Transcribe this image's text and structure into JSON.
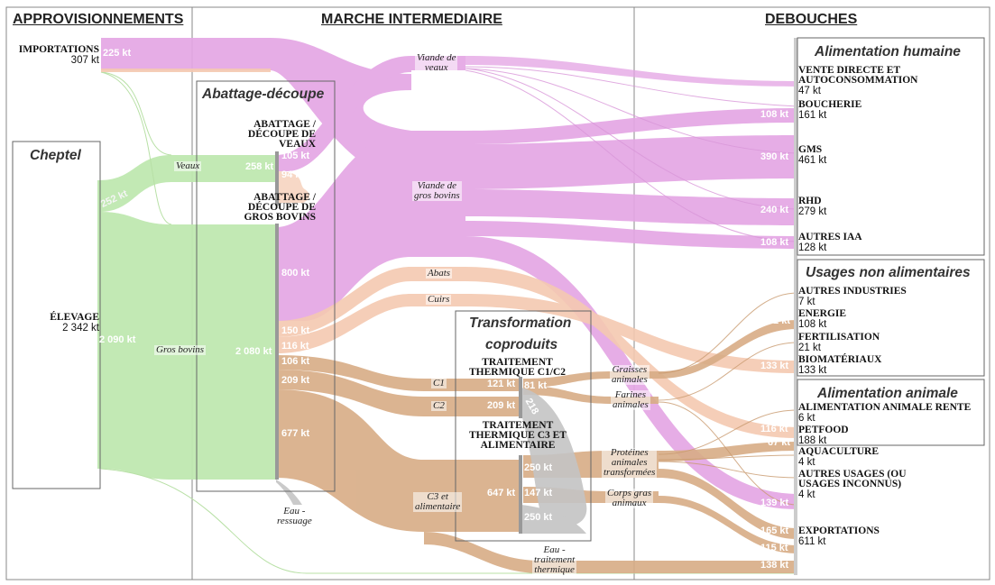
{
  "sections": {
    "approvisionnements": "APPROVISIONNEMENTS",
    "marche": "MARCHE INTERMEDIAIRE",
    "debouches": "DEBOUCHES"
  },
  "groups": {
    "cheptel": "Cheptel",
    "abattage": "Abattage-découpe",
    "transformation_l1": "Transformation",
    "transformation_l2": "coproduits",
    "alim_humaine": "Alimentation humaine",
    "usages_non_alim": "Usages non alimentaires",
    "alim_animale": "Alimentation animale"
  },
  "sources": {
    "importations": {
      "label": "IMPORTATIONS",
      "value": "307 kt"
    },
    "elevage": {
      "label": "ÉLEVAGE",
      "value": "2 342 kt"
    }
  },
  "process_nodes": {
    "abattage_veaux": "ABATTAGE /\nDÉCOUPE DE\nVEAUX",
    "abattage_gros_bovins": "ABATTAGE /\nDÉCOUPE DE\nGROS BOVINS",
    "traitement_c1c2": "TRAITEMENT\nTHERMIQUE C1/C2",
    "traitement_c3": "TRAITEMENT\nTHERMIQUE C3 ET\nALIMENTAIRE"
  },
  "destinations": [
    {
      "key": "vente_directe",
      "label": "VENTE DIRECTE ET\nAUTOCONSOMMATION",
      "value": "47 kt"
    },
    {
      "key": "boucherie",
      "label": "BOUCHERIE",
      "value": "161 kt"
    },
    {
      "key": "gms",
      "label": "GMS",
      "value": "461 kt"
    },
    {
      "key": "rhd",
      "label": "RHD",
      "value": "279 kt"
    },
    {
      "key": "autres_iaa",
      "label": "AUTRES IAA",
      "value": "128 kt"
    },
    {
      "key": "autres_industries",
      "label": "AUTRES INDUSTRIES",
      "value": "7 kt"
    },
    {
      "key": "energie",
      "label": "ENERGIE",
      "value": "108 kt"
    },
    {
      "key": "fertilisation",
      "label": "FERTILISATION",
      "value": "21 kt"
    },
    {
      "key": "biomateriaux",
      "label": "BIOMATÉRIAUX",
      "value": "133 kt"
    },
    {
      "key": "alim_animale_rente",
      "label": "ALIMENTATION ANIMALE RENTE",
      "value": "6 kt"
    },
    {
      "key": "petfood",
      "label": "PETFOOD",
      "value": "188 kt"
    },
    {
      "key": "aquaculture",
      "label": "AQUACULTURE",
      "value": "4 kt"
    },
    {
      "key": "autres_usages",
      "label": "AUTRES USAGES (OU\nUSAGES INCONNUS)",
      "value": "4 kt"
    },
    {
      "key": "exportations",
      "label": "EXPORTATIONS",
      "value": "611 kt"
    }
  ],
  "flow_labels": {
    "veaux": "Veaux",
    "gros_bovins": "Gros bovins",
    "viande_veaux": "Viande de\nveaux",
    "viande_gros_bovins": "Viande de\ngros bovins",
    "abats": "Abats",
    "cuirs": "Cuirs",
    "c1": "C1",
    "c2": "C2",
    "c3_alim": "C3 et\nalimentaire",
    "graisses": "Graisses\nanimales",
    "farines": "Farines\nanimales",
    "proteines": "Protéines\nanimales\ntransformées",
    "corps_gras": "Corps gras\nanimaux",
    "eau_ressuage": "Eau -\nressuage",
    "eau_traitement": "Eau -\ntraitement\nthermique"
  },
  "flow_values": {
    "import_225": "225 kt",
    "elevage_252": "252 kt",
    "elevage_2090": "2 090 kt",
    "veaux_258": "258 kt",
    "gb_2080": "2 080 kt",
    "veaux_out_105": "105 kt",
    "veaux_out_94": "94 kt",
    "gb_out_800": "800 kt",
    "gb_out_150": "150 kt",
    "gb_out_116": "116 kt",
    "gb_out_106": "106 kt",
    "gb_out_209": "209 kt",
    "gb_out_677": "677 kt",
    "c1_121": "121 kt",
    "c2_209": "209 kt",
    "c3_647": "647 kt",
    "c1_out_81": "81 kt",
    "c1_out_218": "218",
    "c3_out_250a": "250 kt",
    "c3_out_147": "147 kt",
    "c3_out_250b": "250 kt",
    "boucherie_108": "108 kt",
    "gms_390": "390 kt",
    "rhd_240": "240 kt",
    "iaa_108": "108 kt",
    "energie_62": "62 kt",
    "biomat_133": "133 kt",
    "petfood_116": "116 kt",
    "petfood_67": "67 kt",
    "export_139": "139 kt",
    "export_165": "165 kt",
    "export_115": "115 kt",
    "export_138": "138 kt"
  },
  "colors": {
    "green": "#bfe8b0",
    "pink": "#e4a6e4",
    "peach": "#f4c9b0",
    "tan": "#d8ac85",
    "grey": "#c4c4c4",
    "import_line": "#f0d8b8"
  }
}
